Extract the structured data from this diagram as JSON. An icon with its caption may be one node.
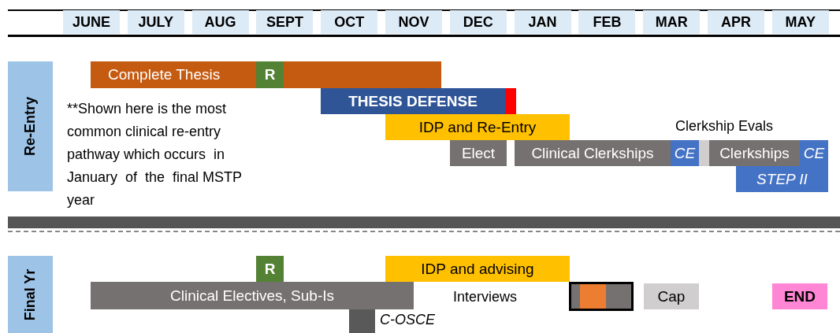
{
  "diagram": {
    "nodes": [
      {
        "text": [
          "Re-Entry"
        ]
      },
      {
        "text": [
          "Complete Thesis"
        ]
      },
      {
        "text": [
          "R"
        ],
        "in": 1
      },
      {
        "text": [
          "THESIS DEFENSE"
        ]
      },
      {
        "text": [],
        "shape": "bar"
      },
      {
        "text": [
          "IDP and Re-Entry"
        ]
      },
      {
        "text": [
          "Elect"
        ]
      },
      {
        "text": [
          "Clinical Clerkships"
        ]
      },
      {
        "text": [
          "CE"
        ]
      },
      {
        "text": [],
        "shape": "bar"
      },
      {
        "text": [
          "Clerkships"
        ]
      },
      {
        "text": [
          "CE"
        ]
      },
      {
        "text": [
          "STEP II"
        ]
      },
      {
        "text": [],
        "shape": "bar"
      },
      {
        "text": [
          "Final Yr"
        ]
      },
      {
        "text": [
          "R"
        ]
      },
      {
        "text": [
          "IDP and advising"
        ]
      },
      {
        "text": [
          "Clinical Electives, Sub-Is"
        ]
      },
      {
        "text": [],
        "shape": "box"
      },
      {
        "text": [],
        "shape": "bar",
        "in": 18
      },
      {
        "text": [
          "Cap"
        ]
      },
      {
        "text": [
          "END"
        ]
      },
      {
        "text": [],
        "shape": "bar",
        "beside": [
          "C-OSCE"
        ]
      }
    ],
    "labels": [
      "JUNE",
      "JULY",
      "AUG",
      "SEPT",
      "OCT",
      "NOV",
      "DEC",
      "JAN",
      "FEB",
      "MAR",
      "APR",
      "MAY",
      "**Shown here is the most common clinical re-entry pathway which occurs  in January  of  the  final MSTP year",
      "Clerkship Evals",
      "Interviews"
    ]
  }
}
